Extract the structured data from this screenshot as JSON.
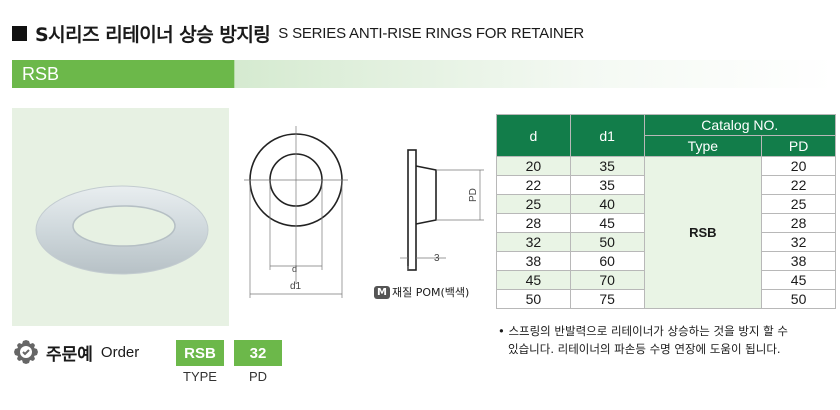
{
  "header": {
    "title_ko": "S시리즈 리테이너 상승 방지링",
    "title_en": "S SERIES ANTI-RISE RINGS FOR RETAINER"
  },
  "product": {
    "code": "RSB"
  },
  "drawing": {
    "labels": {
      "d": "d",
      "d1": "d1",
      "pd": "PD",
      "thickness": "3"
    },
    "material_badge": "M",
    "material_text": "재질 POM(백색)"
  },
  "table": {
    "headers": {
      "d": "d",
      "d1": "d1",
      "catalog": "Catalog NO.",
      "type": "Type",
      "pd": "PD"
    },
    "type_value": "RSB",
    "rows": [
      {
        "d": "20",
        "d1": "35",
        "pd": "20"
      },
      {
        "d": "22",
        "d1": "35",
        "pd": "22"
      },
      {
        "d": "25",
        "d1": "40",
        "pd": "25"
      },
      {
        "d": "28",
        "d1": "45",
        "pd": "28"
      },
      {
        "d": "32",
        "d1": "50",
        "pd": "32"
      },
      {
        "d": "38",
        "d1": "60",
        "pd": "38"
      },
      {
        "d": "45",
        "d1": "70",
        "pd": "45"
      },
      {
        "d": "50",
        "d1": "75",
        "pd": "50"
      }
    ]
  },
  "note": {
    "line1": "• 스프링의 반발력으로 리테이너가 상승하는 것을 방지 할 수",
    "line2": "있습니다.  리테이너의 파손등 수명 연장에 도움이 됩니다."
  },
  "order": {
    "label_ko": "주문예",
    "label_en": "Order",
    "type_value": "RSB",
    "pd_value": "32",
    "type_label": "TYPE",
    "pd_label": "PD"
  }
}
